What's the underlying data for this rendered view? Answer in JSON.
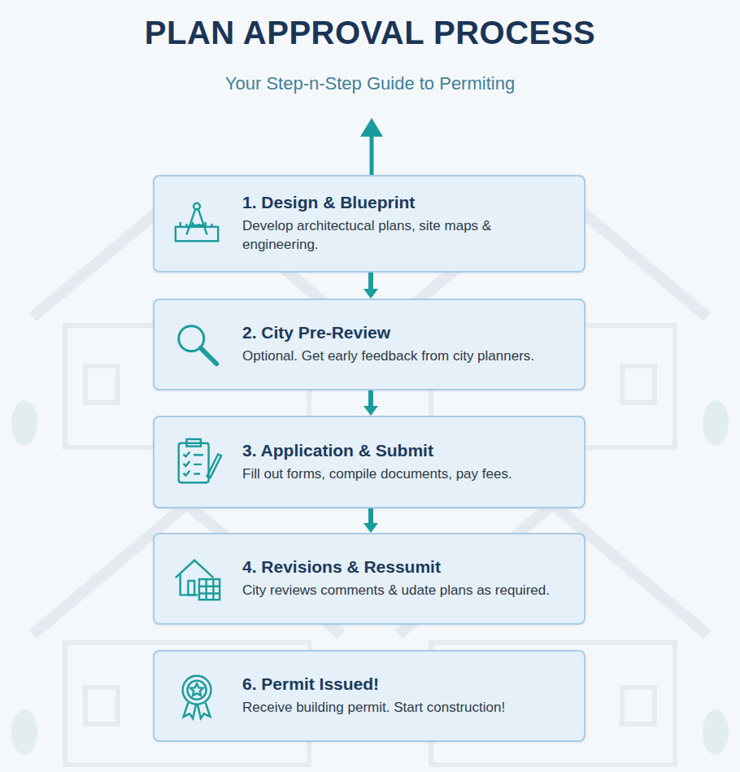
{
  "diagram": {
    "title": "PLAN APPROVAL PROCESS",
    "caption": "Your Step-n-Step Guide to Permiting",
    "nodes": [
      {
        "text": [
          "1. Design & Blueprint",
          "Develop architectucal plans, site maps & engineering."
        ]
      },
      {
        "text": [
          "2. City Pre-Review",
          "Optional. Get early feedback from city planners."
        ]
      },
      {
        "text": [
          "3. Application & Submit",
          "Fill out forms, compile documents, pay fees."
        ]
      },
      {
        "text": [
          "4. Revisions & Ressumit",
          "City reviews comments & udate plans as required."
        ]
      },
      {
        "text": [
          "6. Permit Issued!",
          "Receive building permit. Start construction!"
        ]
      }
    ],
    "edges": [
      {
        "from": 0,
        "to": 1,
        "arrow": "to"
      },
      {
        "from": 1,
        "to": 2,
        "arrow": "to"
      },
      {
        "from": 2,
        "to": 3,
        "arrow": "to"
      }
    ]
  }
}
